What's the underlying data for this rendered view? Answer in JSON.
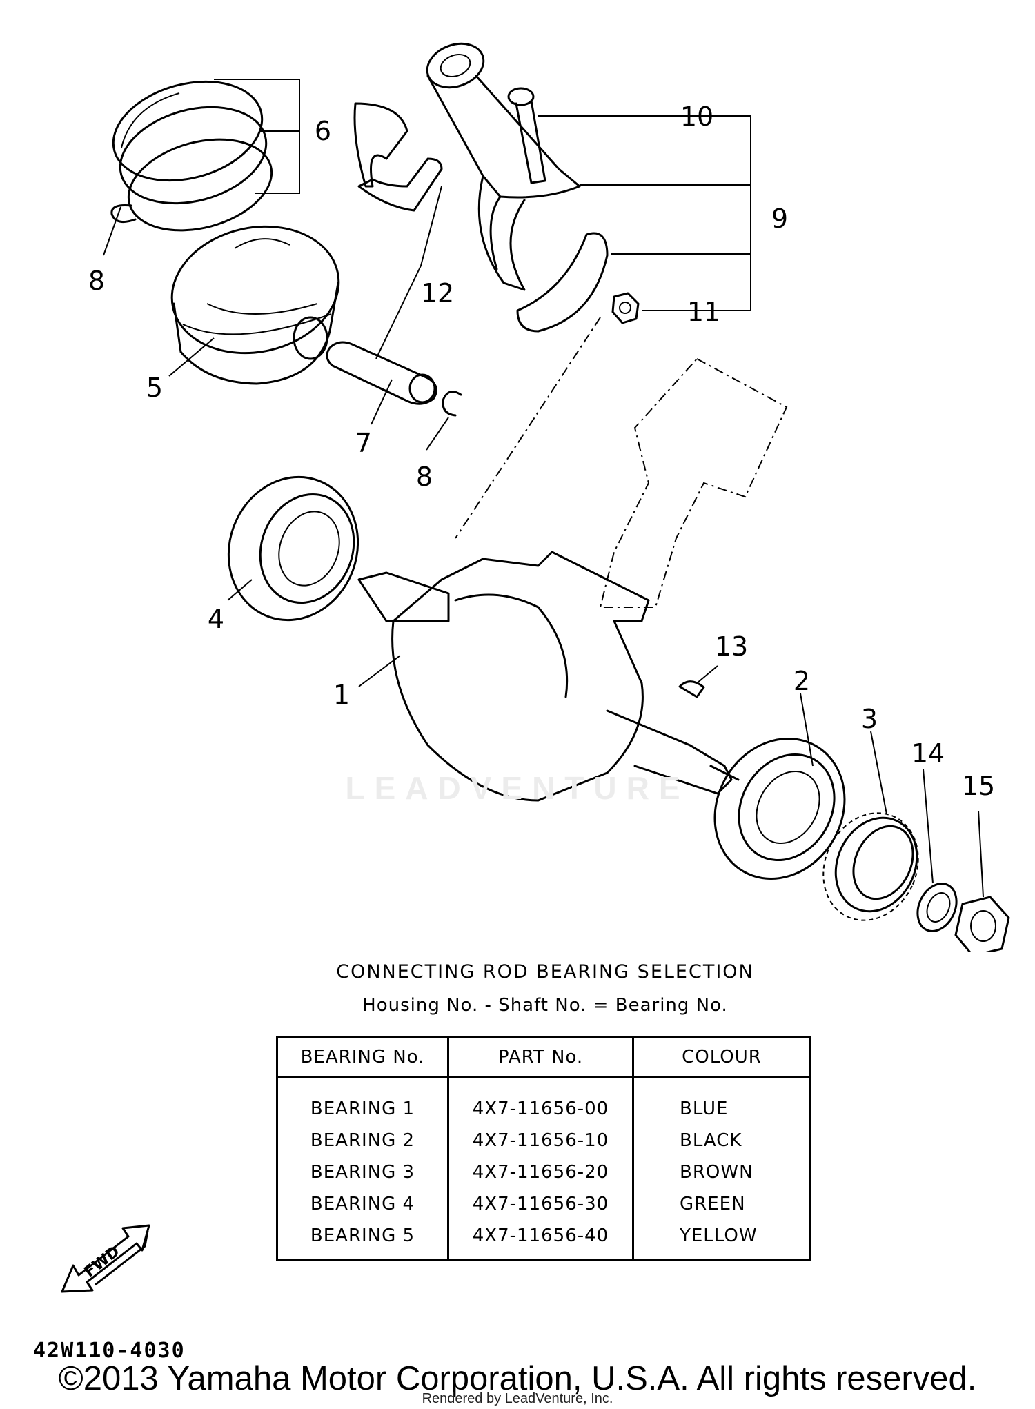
{
  "callouts": {
    "c1": "1",
    "c2": "2",
    "c3": "3",
    "c4": "4",
    "c5": "5",
    "c6": "6",
    "c7": "7",
    "c8a": "8",
    "c8b": "8",
    "c9": "9",
    "c10": "10",
    "c11": "11",
    "c12": "12",
    "c13": "13",
    "c14": "14",
    "c15": "15"
  },
  "watermark": "LEADVENTURE",
  "selection": {
    "title": "CONNECTING ROD BEARING SELECTION",
    "formula": "Housing No.  -  Shaft No.  =  Bearing No."
  },
  "table": {
    "headers": [
      "BEARING  No.",
      "PART  No.",
      "COLOUR"
    ],
    "rows": [
      [
        "BEARING  1",
        "4X7-11656-00",
        "BLUE"
      ],
      [
        "BEARING  2",
        "4X7-11656-10",
        "BLACK"
      ],
      [
        "BEARING  3",
        "4X7-11656-20",
        "BROWN"
      ],
      [
        "BEARING  4",
        "4X7-11656-30",
        "GREEN"
      ],
      [
        "BEARING  5",
        "4X7-11656-40",
        "YELLOW"
      ]
    ]
  },
  "fwd_label": "FWD",
  "diagram_code": "42W110-4030",
  "copyright": "©2013 Yamaha Motor Corporation, U.S.A. All rights reserved.",
  "rendered_by": "Rendered by LeadVenture, Inc."
}
